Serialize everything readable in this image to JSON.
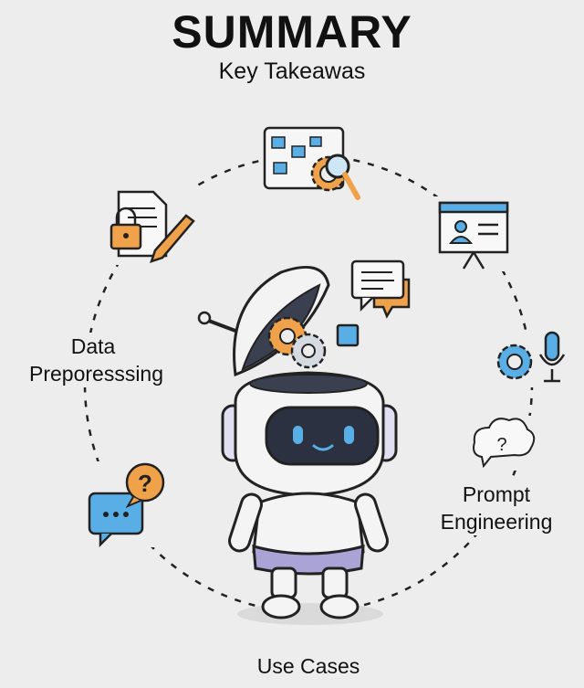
{
  "header": {
    "title": "SUMMARY",
    "subtitle": "Key Takeawas"
  },
  "labels": {
    "data_preprocessing": [
      "Data",
      "Preporesssing"
    ],
    "prompt_engineering": [
      "Prompt",
      "Engineering"
    ],
    "use_cases": "Use Cases"
  },
  "icons": [
    "flowchart-gear-icon",
    "presentation-board-icon",
    "gear-microphone-icon",
    "question-cloud-icon",
    "chat-question-icon",
    "document-lock-pencil-icon",
    "chat-bubbles-icon",
    "robot-illustration"
  ],
  "colors": {
    "background": "#ededed",
    "blue": "#5aaee6",
    "orange": "#f0a24a",
    "dark": "#2b3140",
    "purple": "#a9a3d6"
  }
}
